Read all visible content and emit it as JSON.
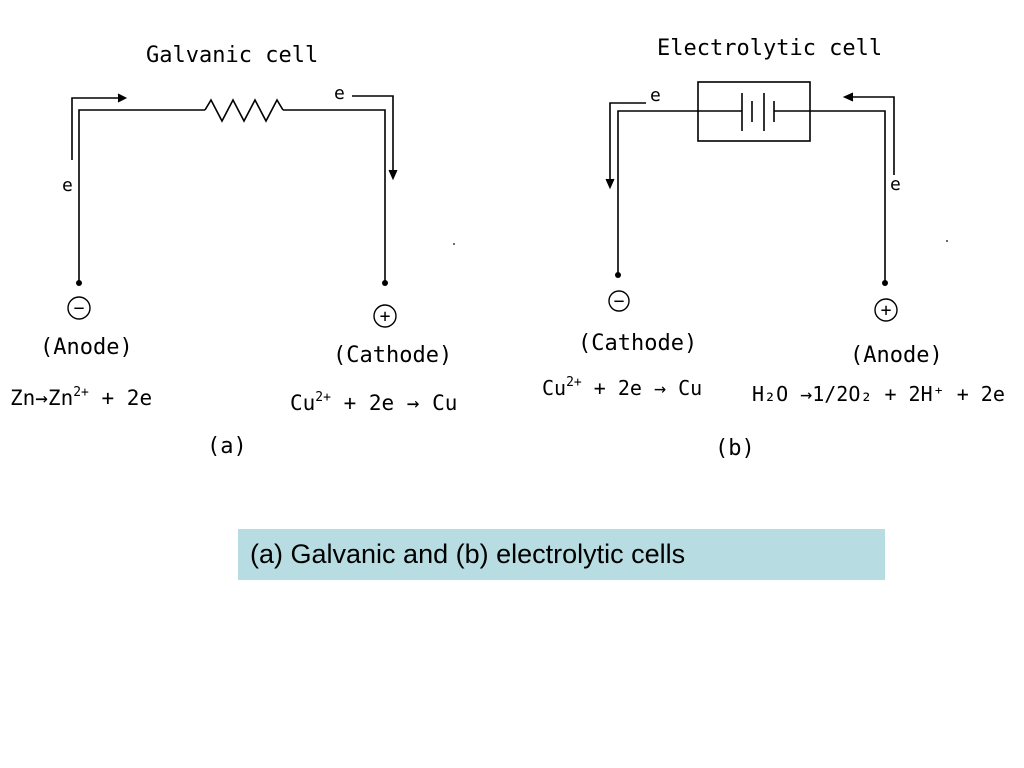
{
  "galvanic": {
    "title": "Galvanic cell",
    "electron_top": "e",
    "electron_side": "e",
    "anode_sign": "−",
    "anode_label": "(Anode)",
    "anode_reaction": {
      "a": "Zn→Zn",
      "sup": "2+",
      "b": " + 2e"
    },
    "cathode_sign": "+",
    "cathode_label": "(Cathode)",
    "cathode_reaction": {
      "a": "Cu",
      "sup": "2+",
      "b": " + 2e → Cu"
    },
    "panel_label": "(a)"
  },
  "electrolytic": {
    "title": "Electrolytic cell",
    "electron_left": "e",
    "electron_right": "e",
    "cathode_sign": "−",
    "cathode_label": "(Cathode)",
    "cathode_reaction": {
      "a": "Cu",
      "sup": "2+",
      "b": " + 2e → Cu"
    },
    "anode_sign": "+",
    "anode_label": "(Anode)",
    "anode_reaction": "H₂O →1/2O₂ + 2H⁺ + 2e",
    "panel_label": "(b)"
  },
  "caption": "(a) Galvanic and (b) electrolytic cells",
  "colors": {
    "caption_bg": "#b7dde3",
    "ink": "#000000"
  }
}
